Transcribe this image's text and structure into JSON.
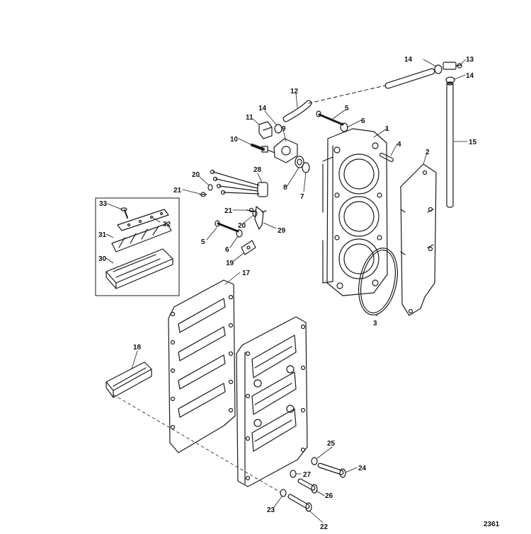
{
  "diagram": {
    "callouts": {
      "c1": "1",
      "c2": "2",
      "c3": "3",
      "c4": "4",
      "c5a": "5",
      "c5b": "5",
      "c6a": "6",
      "c6b": "6",
      "c7": "7",
      "c8": "8",
      "c9": "9",
      "c10": "10",
      "c11": "11",
      "c12": "12",
      "c13": "13",
      "c14a": "14",
      "c14b": "14",
      "c14c": "14",
      "c15": "15",
      "c17": "17",
      "c18": "18",
      "c19": "19",
      "c20a": "20",
      "c20b": "20",
      "c21a": "21",
      "c21b": "21",
      "c22": "22",
      "c23": "23",
      "c24": "24",
      "c25": "25",
      "c26": "26",
      "c27": "27",
      "c28": "28",
      "c29": "29",
      "c30": "30",
      "c31": "31",
      "c32": "32",
      "c33": "33"
    },
    "figure_number": "2361"
  }
}
